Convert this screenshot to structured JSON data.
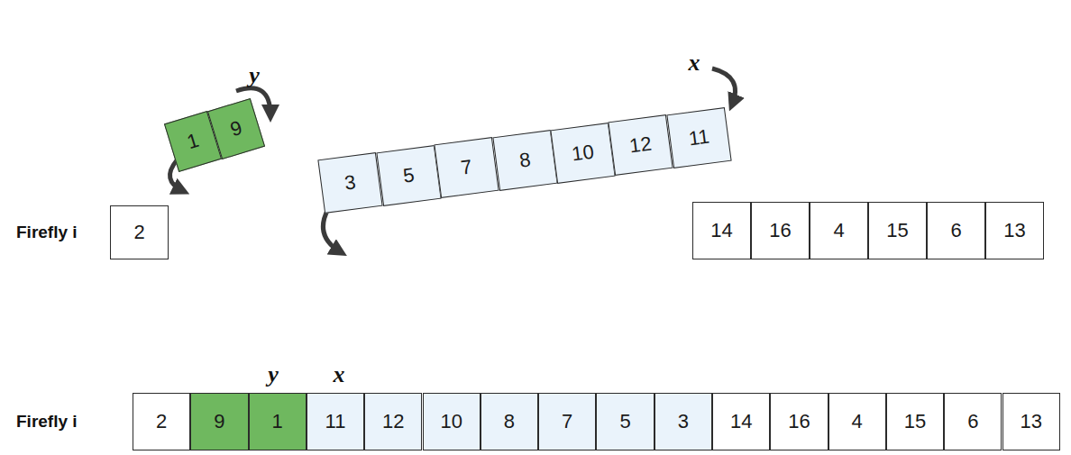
{
  "diagram": {
    "nodes": [
      {
        "text": [
          "1"
        ]
      },
      {
        "text": [
          "9"
        ]
      },
      {
        "text": [
          "3"
        ]
      },
      {
        "text": [
          "5"
        ]
      },
      {
        "text": [
          "7"
        ]
      },
      {
        "text": [
          "8"
        ]
      },
      {
        "text": [
          "10"
        ]
      },
      {
        "text": [
          "12"
        ]
      },
      {
        "text": [
          "11"
        ]
      },
      {
        "text": [
          "2"
        ]
      },
      {
        "text": [
          "14"
        ]
      },
      {
        "text": [
          "16"
        ]
      },
      {
        "text": [
          "4"
        ]
      },
      {
        "text": [
          "15"
        ]
      },
      {
        "text": [
          "6"
        ]
      },
      {
        "text": [
          "13"
        ]
      },
      {
        "text": [
          "2"
        ]
      },
      {
        "text": [
          "9"
        ]
      },
      {
        "text": [
          "1"
        ]
      },
      {
        "text": [
          "11"
        ]
      },
      {
        "text": [
          "12"
        ]
      },
      {
        "text": [
          "10"
        ]
      },
      {
        "text": [
          "8"
        ]
      },
      {
        "text": [
          "7"
        ]
      },
      {
        "text": [
          "5"
        ]
      },
      {
        "text": [
          "3"
        ]
      },
      {
        "text": [
          "14"
        ]
      },
      {
        "text": [
          "16"
        ]
      },
      {
        "text": [
          "4"
        ]
      },
      {
        "text": [
          "15"
        ]
      },
      {
        "text": [
          "6"
        ]
      },
      {
        "text": [
          "13"
        ]
      }
    ],
    "labels": [
      "y",
      "x",
      "Firefly i",
      "Firefly i",
      "y",
      "x"
    ]
  }
}
